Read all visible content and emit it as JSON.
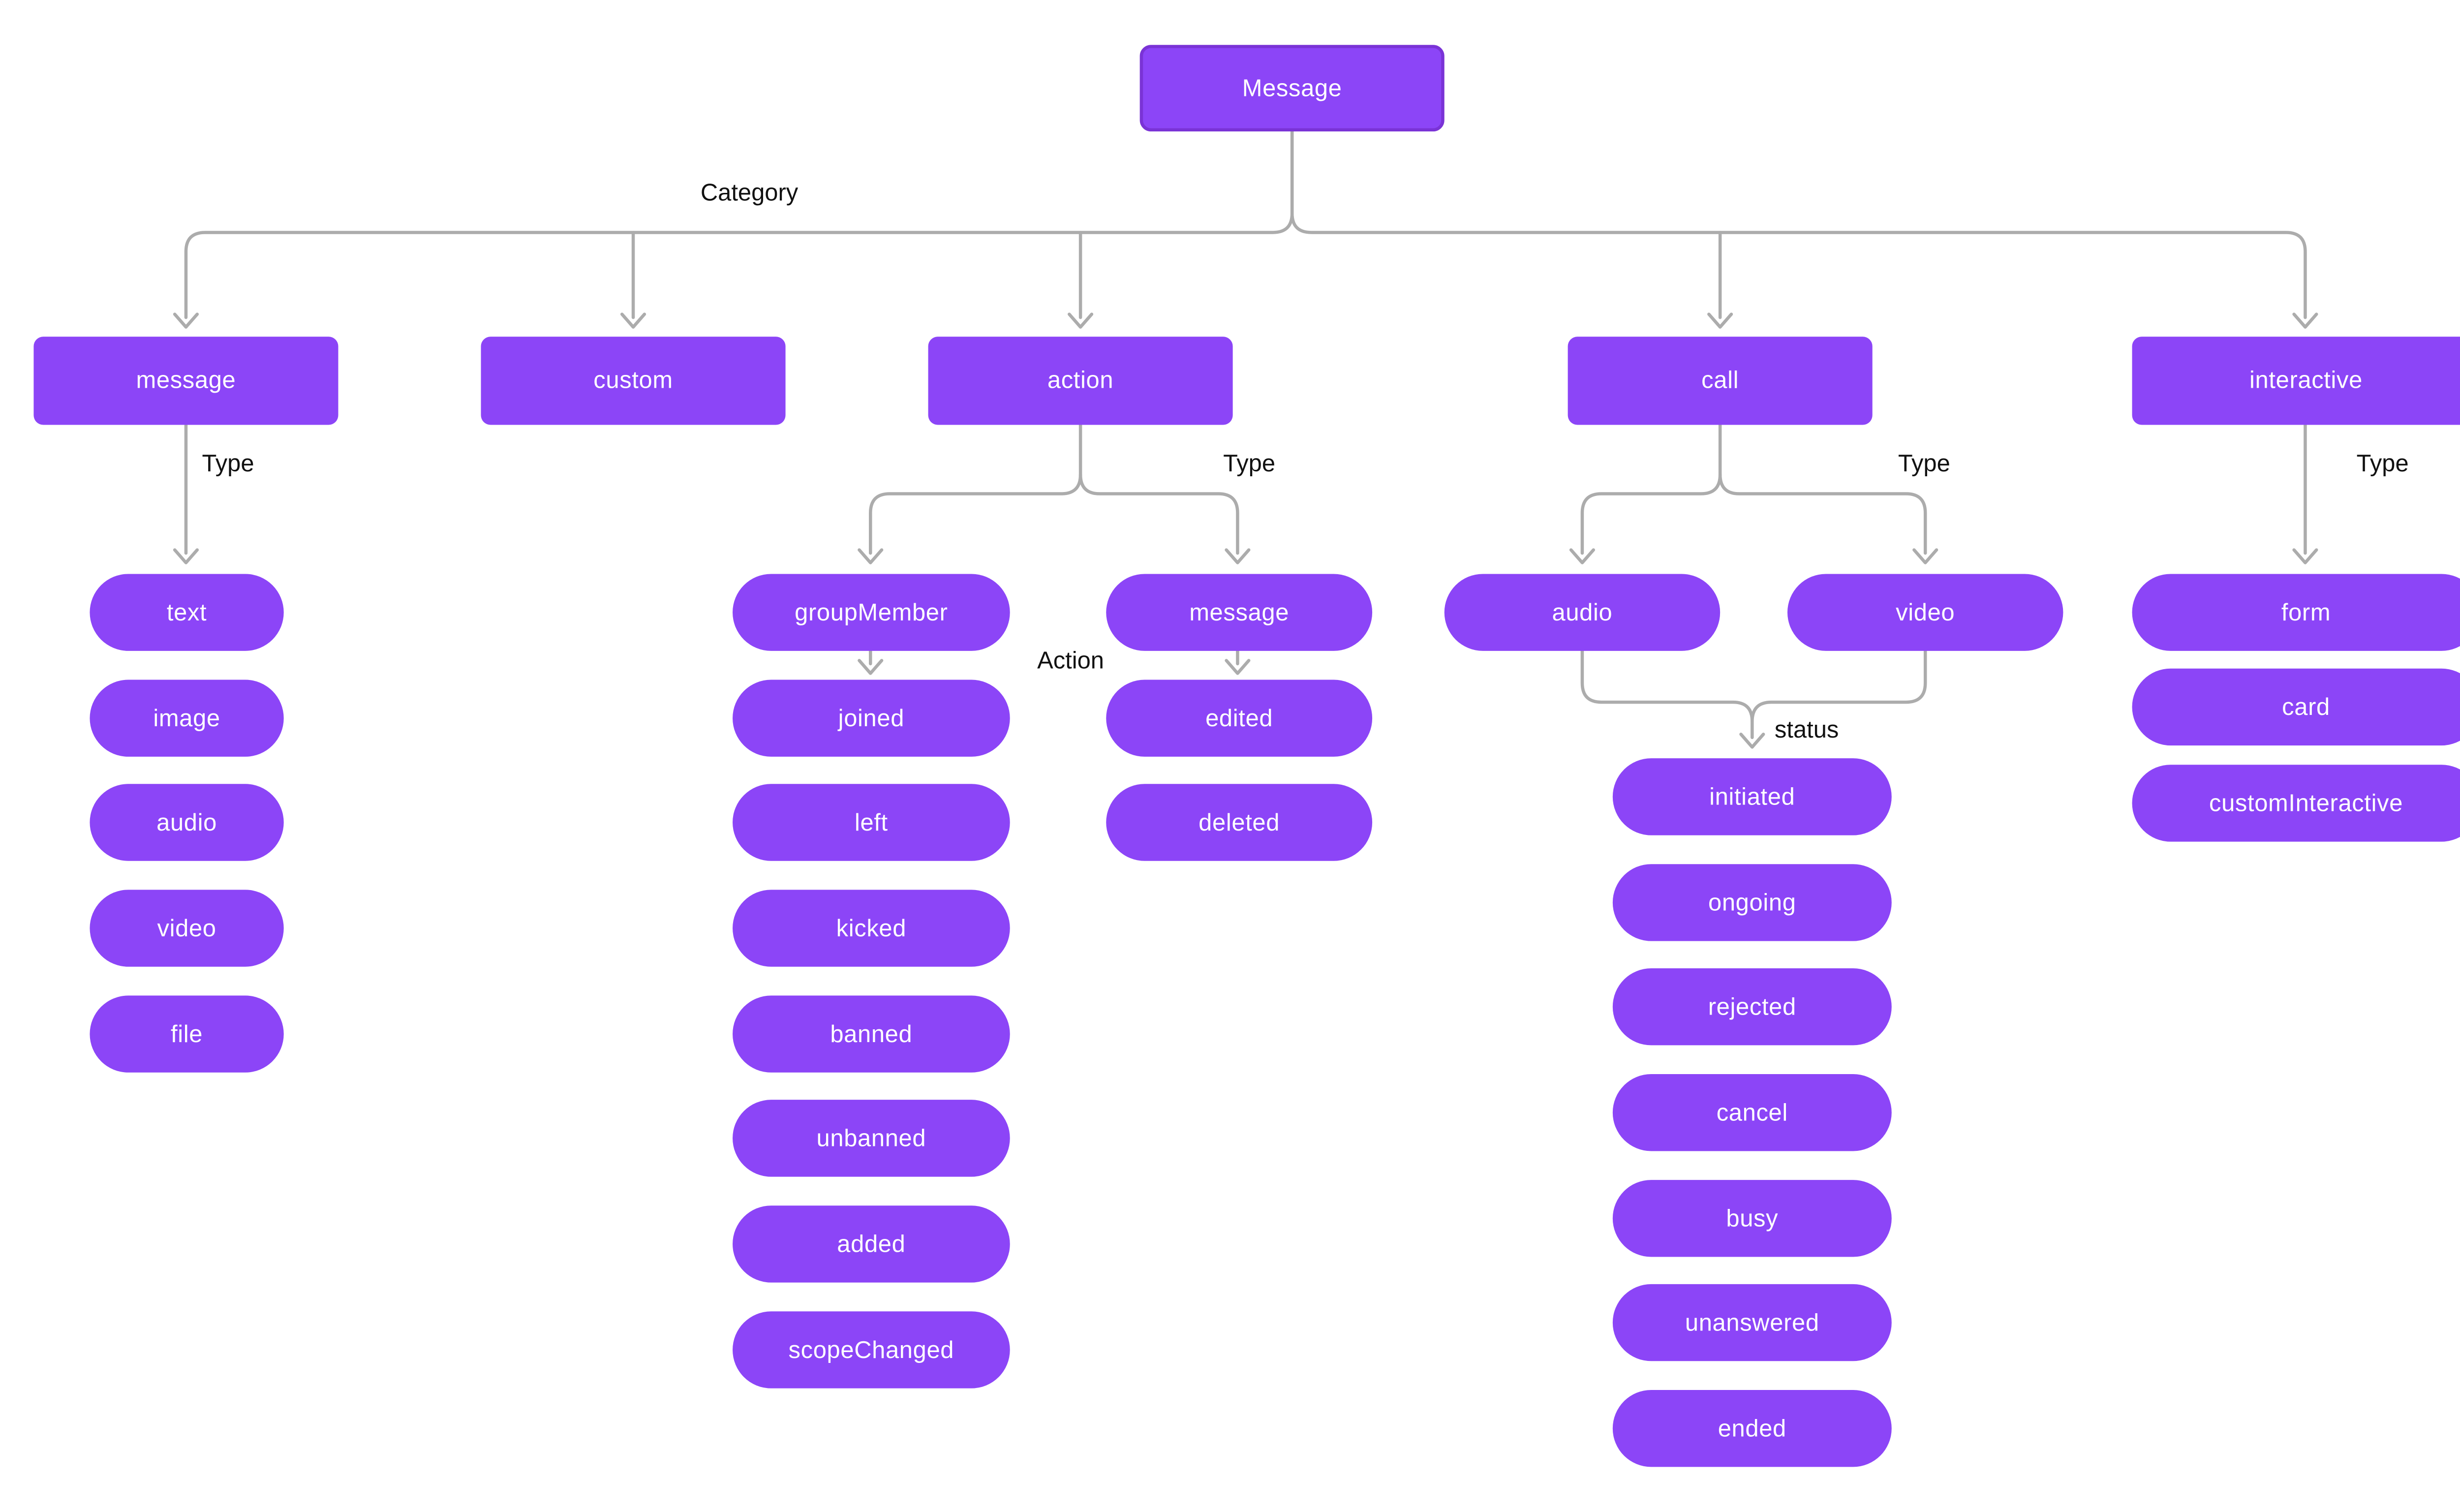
{
  "diagram": {
    "root_label": "Message",
    "connector_labels": {
      "category": "Category",
      "type_message": "Type",
      "type_action": "Type",
      "type_call": "Type",
      "type_interactive": "Type",
      "action": "Action",
      "status": "status"
    },
    "categories": {
      "message": "message",
      "custom": "custom",
      "action": "action",
      "call": "call",
      "interactive": "interactive"
    },
    "message_types": [
      "text",
      "image",
      "audio",
      "video",
      "file"
    ],
    "action_groups": {
      "group_member": {
        "label": "groupMember",
        "actions": [
          "joined",
          "left",
          "kicked",
          "banned",
          "unbanned",
          "added",
          "scopeChanged"
        ]
      },
      "message": {
        "label": "message",
        "actions": [
          "edited",
          "deleted"
        ]
      }
    },
    "call_types": [
      "audio",
      "video"
    ],
    "call_statuses": [
      "initiated",
      "ongoing",
      "rejected",
      "cancel",
      "busy",
      "unanswered",
      "ended"
    ],
    "interactive_types": [
      "form",
      "card",
      "customInteractive"
    ],
    "colors": {
      "node_fill": "#8C45F7",
      "root_border": "#7A33D6",
      "connector": "#ACACAC",
      "label_text": "#111111",
      "node_text": "#FFFFFF",
      "background": "#FFFFFF"
    }
  }
}
